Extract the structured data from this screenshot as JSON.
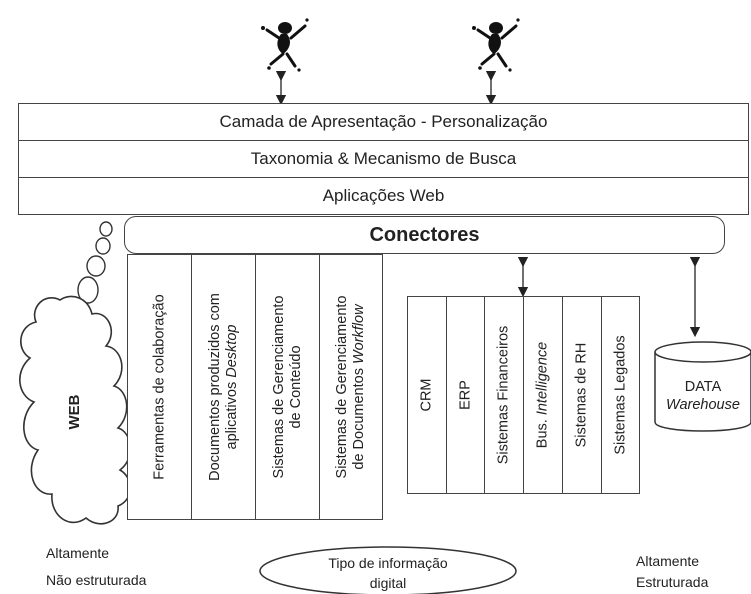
{
  "layers": {
    "presentation": "Camada de Apresentação - Personalização",
    "taxonomy": "Taxonomia & Mecanismo de Busca",
    "web_apps": "Aplicações Web",
    "connectors": "Conectores"
  },
  "web_cloud": {
    "label": "WEB"
  },
  "unstructured_columns": [
    {
      "line1": "Ferramentas de colaboração",
      "line2": ""
    },
    {
      "line1": "Documentos produzidos com",
      "line2_prefix": "aplicativos ",
      "line2_italic": "Desktop"
    },
    {
      "line1": "Sistemas de Gerenciamento",
      "line2": "de Conteúdo"
    },
    {
      "line1": "Sistemas de Gerenciamento",
      "line2_prefix": "de Documentos ",
      "line2_italic": "Workflow"
    }
  ],
  "structured_columns": [
    {
      "text": "CRM"
    },
    {
      "text": "ERP"
    },
    {
      "text": "Sistemas Financeiros"
    },
    {
      "text_prefix": "Bus. ",
      "text_italic": "Intelligence"
    },
    {
      "text": "Sistemas de RH"
    },
    {
      "text": "Sistemas Legados"
    }
  ],
  "warehouse": {
    "line1": "DATA",
    "line2": "Warehouse"
  },
  "bottom": {
    "left_line1": "Altamente",
    "left_line2": "Não estruturada",
    "center_line1": "Tipo de informação",
    "center_line2": "digital",
    "right_line1": "Altamente",
    "right_line2": "Estruturada"
  }
}
